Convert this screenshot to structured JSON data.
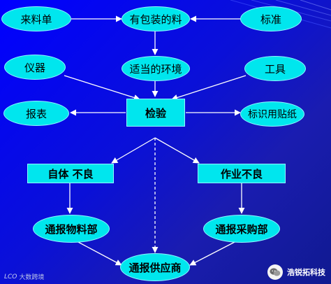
{
  "nodes": {
    "laoliaodan": "来料单",
    "youbaozhuang": "有包装的料",
    "biaozhun": "标准",
    "yiqi": "仪器",
    "shidanghuanjing": "适当的环境",
    "gongju": "工具",
    "baobiao": "报表",
    "jianyan": "检验",
    "biaoshi": "标识用贴纸",
    "ziti": "自体 不良",
    "zuoye": "作业不良",
    "wuliaobu": "通报物料部",
    "caigoubu": "通报采购部",
    "gongyingshang": "通报供应商"
  },
  "watermarks": {
    "left_logo": "LCO",
    "left_text": "大数跨境",
    "right_text": "浩锐拓科技"
  },
  "colors": {
    "node_fill": "#00e6ee",
    "line": "#ffffff",
    "background": "#0a10d8"
  }
}
